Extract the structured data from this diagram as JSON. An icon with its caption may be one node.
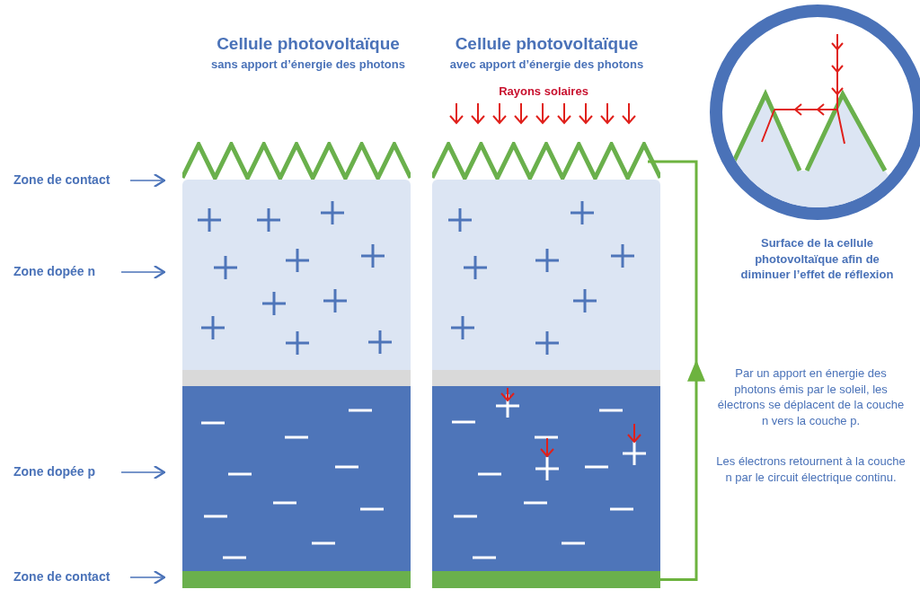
{
  "diagram": {
    "nodes": [
      {
        "text": [
          "Zone de contact"
        ]
      },
      {
        "text": [],
        "shape": "zigzag"
      },
      {
        "text": [],
        "shape": "zigzag"
      },
      {
        "text": [
          "Zone dopée n"
        ]
      },
      {
        "text": [],
        "shape": "box"
      },
      {
        "text": [],
        "shape": "box"
      },
      {
        "text": [
          "Zone dopée p"
        ]
      },
      {
        "text": [],
        "shape": "box"
      },
      {
        "text": [],
        "shape": "box"
      },
      {
        "text": [
          "Zone de contact"
        ]
      },
      {
        "text": [],
        "shape": "bar"
      },
      {
        "text": [],
        "shape": "bar"
      }
    ],
    "edges": [
      {
        "from": 0,
        "to": 1,
        "arrow": "to"
      },
      {
        "from": 3,
        "to": 4,
        "arrow": "to"
      },
      {
        "from": 6,
        "to": 7,
        "arrow": "to"
      },
      {
        "from": 9,
        "to": 10,
        "arrow": "to"
      },
      {
        "from": 11,
        "to": 2,
        "arrow": "to",
        "color": "#6db33f"
      }
    ],
    "labels": [
      "Cellule photovoltaïque",
      "sans apport d’énergie des photons",
      "Cellule photovoltaïque",
      "avec apport d’énergie des photons",
      "Rayons solaires",
      "Surface de la cellule photovoltaïque afin de diminuer l’effet de réflexion",
      "Par un apport en énergie des photons émis par le soleil, les électrons se déplacent de la couche n vers la couche p.",
      "Les électrons retournent à la couche n par le circuit électrique continu."
    ]
  }
}
